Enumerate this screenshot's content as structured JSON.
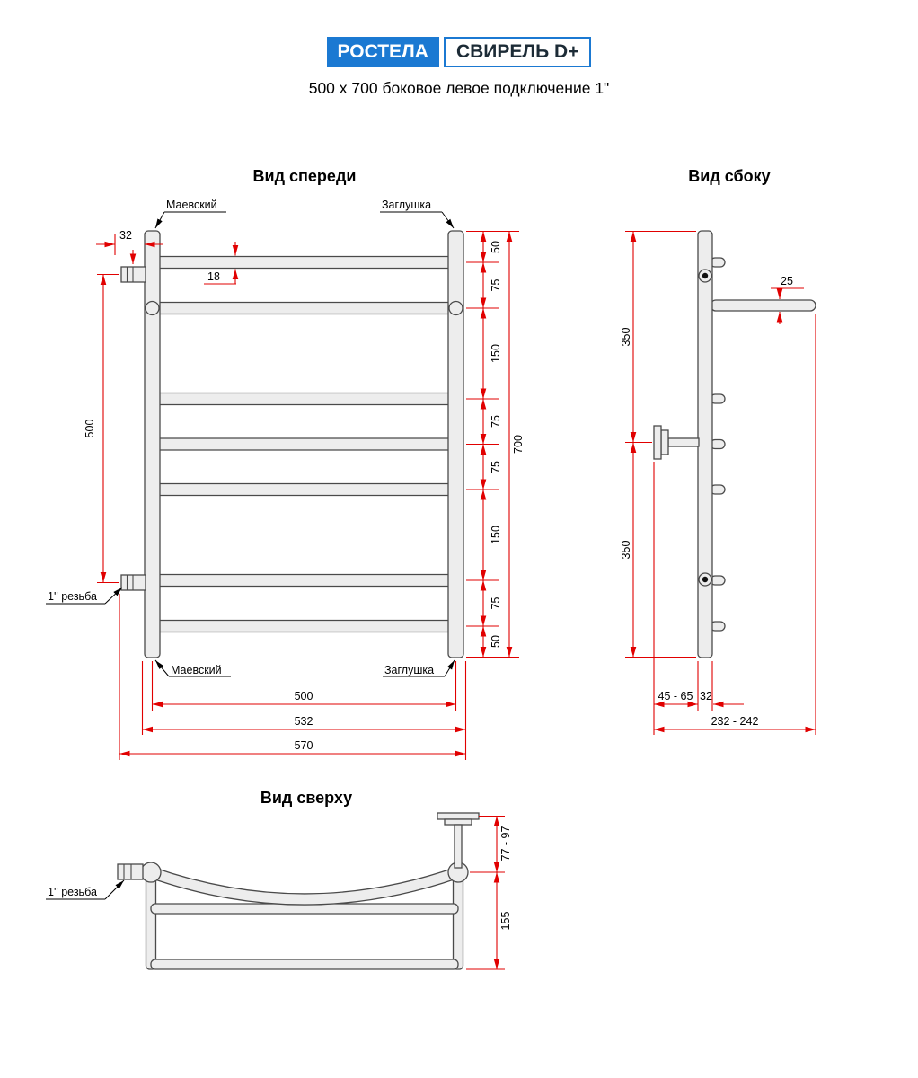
{
  "header": {
    "brand": "РОСТЕЛА",
    "model": "СВИРЕЛЬ D+",
    "subtitle": "500 х 700 боковое левое подключение 1\""
  },
  "views": {
    "front_title": "Вид спереди",
    "side_title": "Вид сбоку",
    "top_title": "Вид сверху"
  },
  "callouts": {
    "mayevsky_top": "Маевский",
    "plug_top": "Заглушка",
    "mayevsky_bottom": "Маевский",
    "plug_bottom": "Заглушка",
    "thread_front": "1'' резьба",
    "thread_top": "1'' резьба"
  },
  "dims_front": {
    "d32": "32",
    "d18": "18",
    "left_500": "500",
    "segments": [
      "50",
      "75",
      "150",
      "75",
      "75",
      "150",
      "75",
      "50"
    ],
    "total_700": "700",
    "width_500": "500",
    "width_532": "532",
    "width_570": "570"
  },
  "dims_side": {
    "upper_350": "350",
    "lower_350": "350",
    "d25": "25",
    "depth_45_65": "45 - 65",
    "d32": "32",
    "depth_232_242": "232 - 242"
  },
  "dims_top": {
    "h77_97": "77 - 97",
    "h155": "155"
  },
  "colors": {
    "dimension_red": "#e10000",
    "brand_blue": "#1b79d2",
    "outline_gray": "#4a4a4a"
  }
}
